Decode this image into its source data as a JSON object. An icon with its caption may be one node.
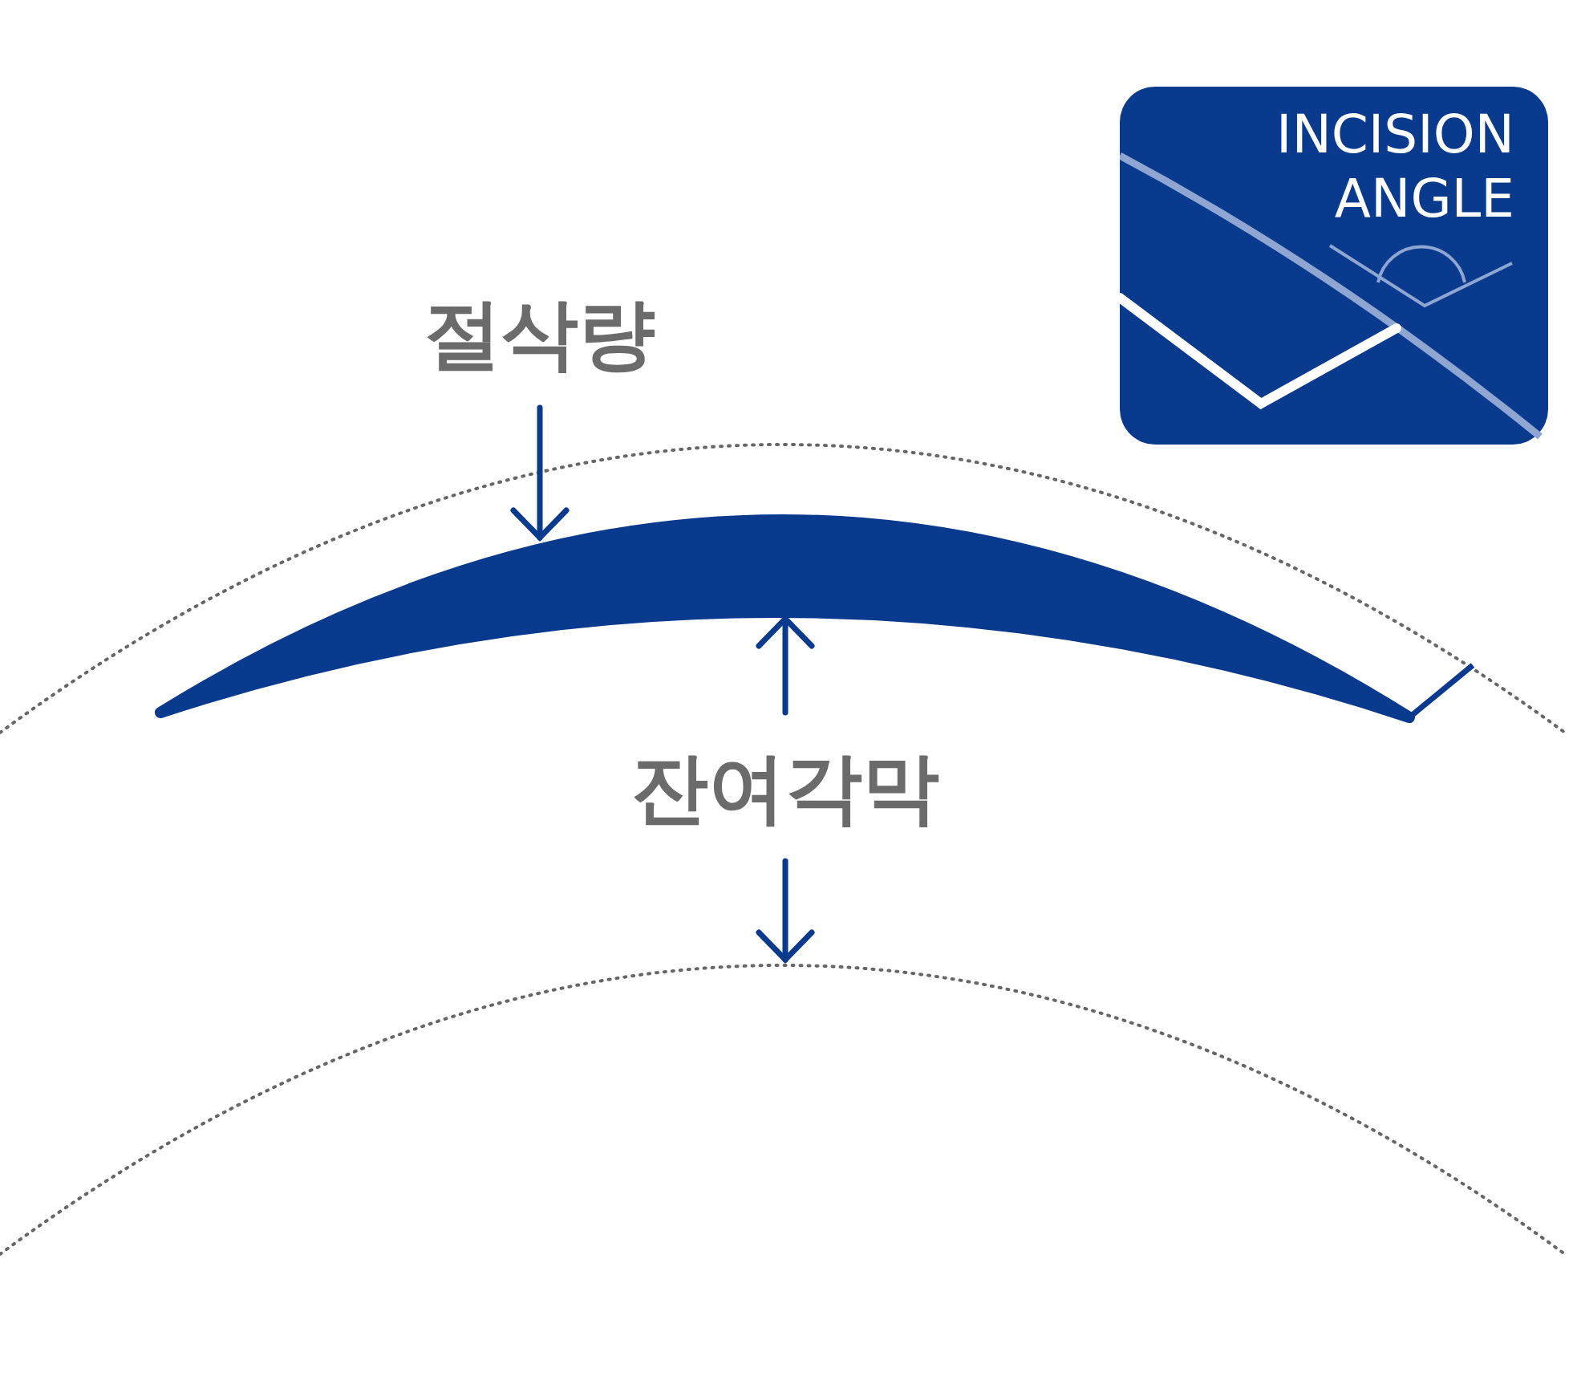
{
  "diagram": {
    "nodes": [
      {
        "text": [
          "INCISION ANGLE"
        ]
      }
    ],
    "labels": [
      "절삭량",
      "잔여각막"
    ]
  }
}
